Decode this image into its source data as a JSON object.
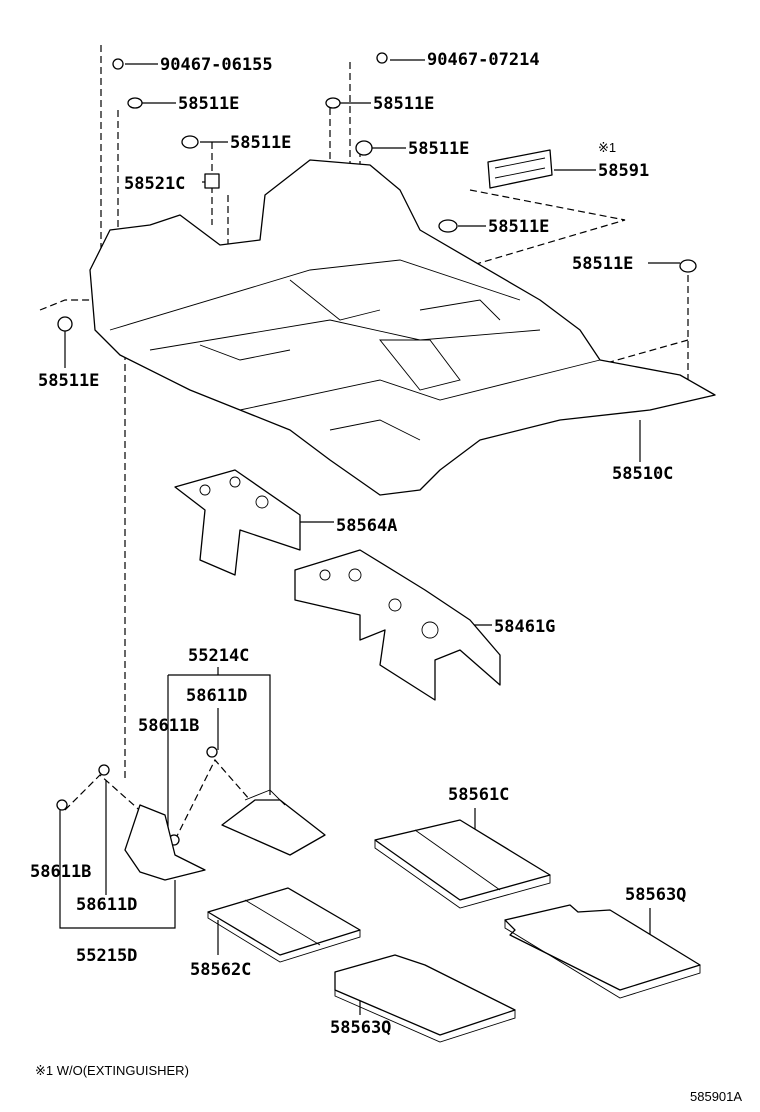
{
  "diagram": {
    "parts": {
      "bolt_a": "90467-06155",
      "bolt_b": "90467-07214",
      "clip_e": "58511E",
      "bracket_c": "58521C",
      "plate_note": "※1",
      "plate": "58591",
      "carpet_main": "58510C",
      "silencer_front": "58564A",
      "silencer_rear": "58461G",
      "tray_assy_r": "55214C",
      "clip_d": "58611D",
      "clip_b": "58611B",
      "mat_front": "58561C",
      "mat_q": "58563Q",
      "tray_assy_l": "55215D",
      "mat_rear": "58562C"
    },
    "footnote": "※1 W/O(EXTINGUISHER)",
    "diagram_id": "585901A"
  }
}
